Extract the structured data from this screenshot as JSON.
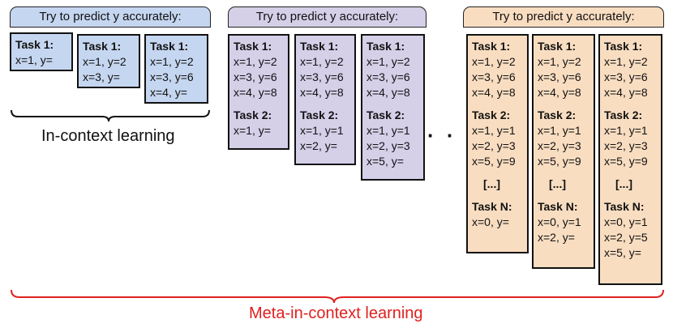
{
  "colors": {
    "blue": "#c5d6f0",
    "purple": "#d5cfe8",
    "orange": "#f9ddc1",
    "red_bracket": "#e02020"
  },
  "panels": [
    {
      "header": "Try to predict y accurately:",
      "cards": [
        {
          "tasks": [
            {
              "title": "Task 1:",
              "lines": [
                "x=1, y="
              ]
            }
          ]
        },
        {
          "tasks": [
            {
              "title": "Task 1:",
              "lines": [
                "x=1, y=2",
                "x=3, y="
              ]
            }
          ]
        },
        {
          "tasks": [
            {
              "title": "Task 1:",
              "lines": [
                "x=1, y=2",
                "x=3, y=6",
                "x=4, y="
              ]
            }
          ]
        }
      ]
    },
    {
      "header": "Try to predict y accurately:",
      "cards": [
        {
          "tasks": [
            {
              "title": "Task 1:",
              "lines": [
                "x=1, y=2",
                "x=3, y=6",
                "x=4, y=8"
              ]
            },
            {
              "title": "Task 2:",
              "lines": [
                "x=1, y="
              ]
            }
          ]
        },
        {
          "tasks": [
            {
              "title": "Task 1:",
              "lines": [
                "x=1, y=2",
                "x=3, y=6",
                "x=4, y=8"
              ]
            },
            {
              "title": "Task 2:",
              "lines": [
                "x=1, y=1",
                "x=2, y="
              ]
            }
          ]
        },
        {
          "tasks": [
            {
              "title": "Task 1:",
              "lines": [
                "x=1, y=2",
                "x=3, y=6",
                "x=4, y=8"
              ]
            },
            {
              "title": "Task 2:",
              "lines": [
                "x=1, y=1",
                "x=2, y=3",
                "x=5, y="
              ]
            }
          ]
        }
      ]
    },
    {
      "header": "Try to predict y accurately:",
      "cards": [
        {
          "tasks": [
            {
              "title": "Task 1:",
              "lines": [
                "x=1, y=2",
                "x=3, y=6",
                "x=4, y=8"
              ]
            },
            {
              "title": "Task 2:",
              "lines": [
                "x=1, y=1",
                "x=2, y=3",
                "x=5, y=9"
              ]
            }
          ],
          "ellipsis": "[...]",
          "final": {
            "title": "Task N:",
            "lines": [
              "x=0, y="
            ]
          }
        },
        {
          "tasks": [
            {
              "title": "Task 1:",
              "lines": [
                "x=1, y=2",
                "x=3, y=6",
                "x=4, y=8"
              ]
            },
            {
              "title": "Task 2:",
              "lines": [
                "x=1, y=1",
                "x=2, y=3",
                "x=5, y=9"
              ]
            }
          ],
          "ellipsis": "[...]",
          "final": {
            "title": "Task N:",
            "lines": [
              "x=0, y=1",
              "x=2, y="
            ]
          }
        },
        {
          "tasks": [
            {
              "title": "Task 1:",
              "lines": [
                "x=1, y=2",
                "x=3, y=6",
                "x=4, y=8"
              ]
            },
            {
              "title": "Task 2:",
              "lines": [
                "x=1, y=1",
                "x=2, y=3",
                "x=5, y=9"
              ]
            }
          ],
          "ellipsis": "[...]",
          "final": {
            "title": "Task N:",
            "lines": [
              "x=0, y=1",
              "x=2, y=5",
              "x=5, y="
            ]
          }
        }
      ]
    }
  ],
  "in_context_label": "In-context learning",
  "separator": "· · ·",
  "meta_label": "Meta-in-context learning"
}
